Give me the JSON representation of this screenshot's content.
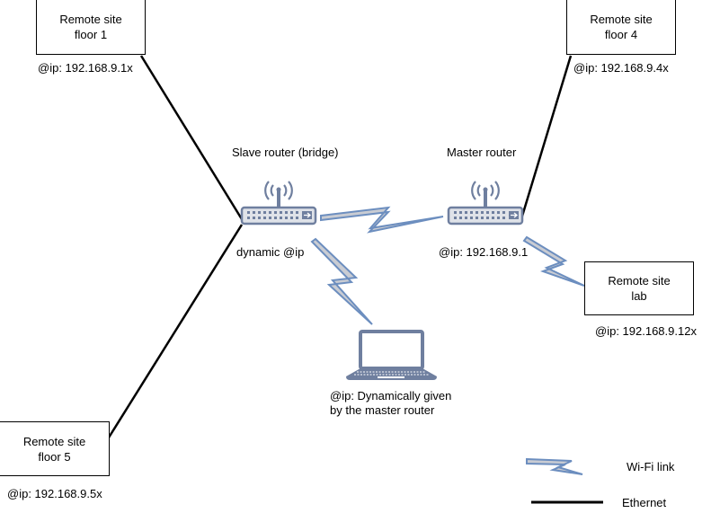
{
  "sites": {
    "floor1": {
      "line1": "Remote site",
      "line2": "floor 1",
      "ip": "@ip: 192.168.9.1x"
    },
    "floor4": {
      "line1": "Remote site",
      "line2": "floor 4",
      "ip": "@ip: 192.168.9.4x"
    },
    "floor5": {
      "line1": "Remote site",
      "line2": "floor 5",
      "ip": "@ip: 192.168.9.5x"
    },
    "lab": {
      "line1": "Remote site",
      "line2": "lab",
      "ip": "@ip: 192.168.9.12x"
    }
  },
  "slave_router": {
    "title": "Slave router (bridge)",
    "ip": "dynamic @ip"
  },
  "master_router": {
    "title": "Master router",
    "ip": "@ip: 192.168.9.1"
  },
  "laptop": {
    "ip_line1": "@ip: Dynamically given",
    "ip_line2": "by the master router"
  },
  "legend": {
    "wifi": "Wi-Fi link",
    "ethernet": "Ethernet"
  },
  "colors": {
    "wifi_fill": "#c9ccd3",
    "wifi_stroke": "#6c8ebf",
    "device": "#6f7f9f",
    "ethernet": "#000000"
  },
  "icons": {
    "router": "wireless-router-icon",
    "laptop": "laptop-icon",
    "wifi": "lightning-bolt-link"
  }
}
